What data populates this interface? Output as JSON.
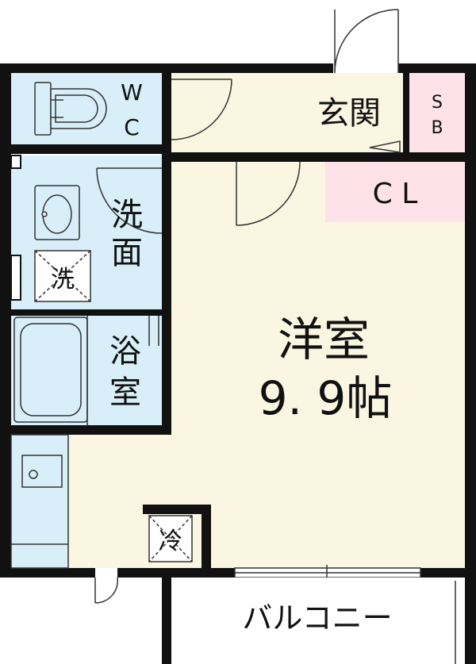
{
  "rooms": {
    "wc": {
      "line1": "W",
      "line2": "C"
    },
    "entrance": {
      "label": "玄関"
    },
    "shoe_box": {
      "line1": "S",
      "line2": "B"
    },
    "closet": {
      "label": "C L"
    },
    "washroom": {
      "line1": "洗",
      "line2": "面"
    },
    "washer": {
      "label": "洗"
    },
    "bathroom": {
      "line1": "浴",
      "line2": "室"
    },
    "western_room": {
      "name": "洋室",
      "size": "9. 9帖"
    },
    "fridge": {
      "label": "冷"
    },
    "balcony": {
      "label": "バルコニー"
    }
  },
  "colors": {
    "wet_area": "#d8eef8",
    "floor": "#fbf6e2",
    "storage": "#fde2ea",
    "wall": "#111111"
  }
}
